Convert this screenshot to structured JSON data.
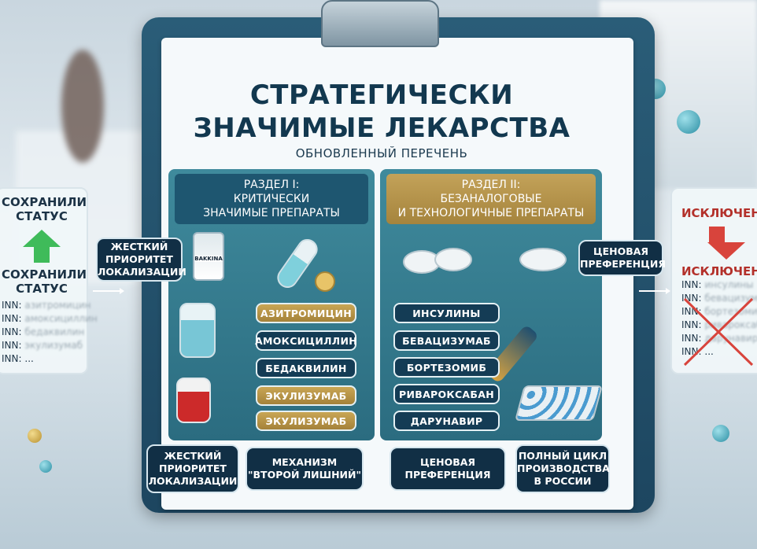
{
  "title_lines": [
    "СТРАТЕГИЧЕСКИ",
    "ЗНАЧИМЫЕ ЛЕКАРСТВА"
  ],
  "subtitle": "ОБНОВЛЕННЫЙ ПЕРЕЧЕНЬ",
  "section1": {
    "lines": [
      "РАЗДЕЛ I:",
      "КРИТИЧЕСКИ",
      "ЗНАЧИМЫЕ ПРЕПАРАТЫ"
    ],
    "drugs": [
      "АЗИТРОМИЦИН",
      "АМОКСИЦИЛЛИН",
      "БЕДАКВИЛИН",
      "ЭКУЛИЗУМАБ",
      "ЭКУЛИЗУМАБ"
    ],
    "vial_label": "BAKKINA",
    "tag_top": [
      "ЖЕСТКИЙ",
      "ПРИОРИТЕТ",
      "ЛОКАЛИЗАЦИИ"
    ],
    "bottom": [
      [
        "ЖЕСТКИЙ",
        "ПРИОРИТЕТ",
        "ЛОКАЛИЗАЦИИ"
      ],
      [
        "МЕХАНИЗМ",
        "\"ВТОРОЙ ЛИШНИЙ\""
      ]
    ]
  },
  "section2": {
    "lines": [
      "РАЗДЕЛ II:",
      "БЕЗАНАЛОГОВЫЕ",
      "И ТЕХНОЛОГИЧНЫЕ ПРЕПАРАТЫ"
    ],
    "drugs": [
      "ИНСУЛИНЫ",
      "БЕВАЦИЗУМАБ",
      "БОРТЕЗОМИБ",
      "РИВАРОКСАБАН",
      "ДАРУНАВИР"
    ],
    "tag_top": [
      "ЦЕНОВАЯ",
      "ПРЕФЕРЕНЦИЯ"
    ],
    "bottom": [
      [
        "ЦЕНОВАЯ",
        "ПРЕФЕРЕНЦИЯ"
      ],
      [
        "ПОЛНЫЙ ЦИКЛ",
        "ПРОИЗВОДСТВА",
        "В РОССИИ"
      ]
    ]
  },
  "left_card": {
    "heading": "СОХРАНИЛИ СТАТУС",
    "heading2": "СОХРАНИЛИ СТАТУС",
    "inn_prefix": "INN:",
    "items": [
      "азитромицин",
      "амоксициллин",
      "бедаквилин",
      "экулизумаб",
      "..."
    ],
    "arrow_color": "#3fbb5a"
  },
  "right_card": {
    "heading": "ИСКЛЮЧЕНЫ",
    "heading2": "ИСКЛЮЧЕНЫ",
    "inn_prefix": "INN:",
    "items": [
      "инсулины",
      "бевацизумаб",
      "бортезомиб",
      "ривароксабан",
      "дарунавир",
      "..."
    ],
    "arrow_color": "#d8443c"
  },
  "colors": {
    "board": "#1d4660",
    "section1_header": "#1e5670",
    "section2_header": "#b8963f",
    "gold_pill": "#b8963f",
    "dark_pill": "#143c55"
  }
}
